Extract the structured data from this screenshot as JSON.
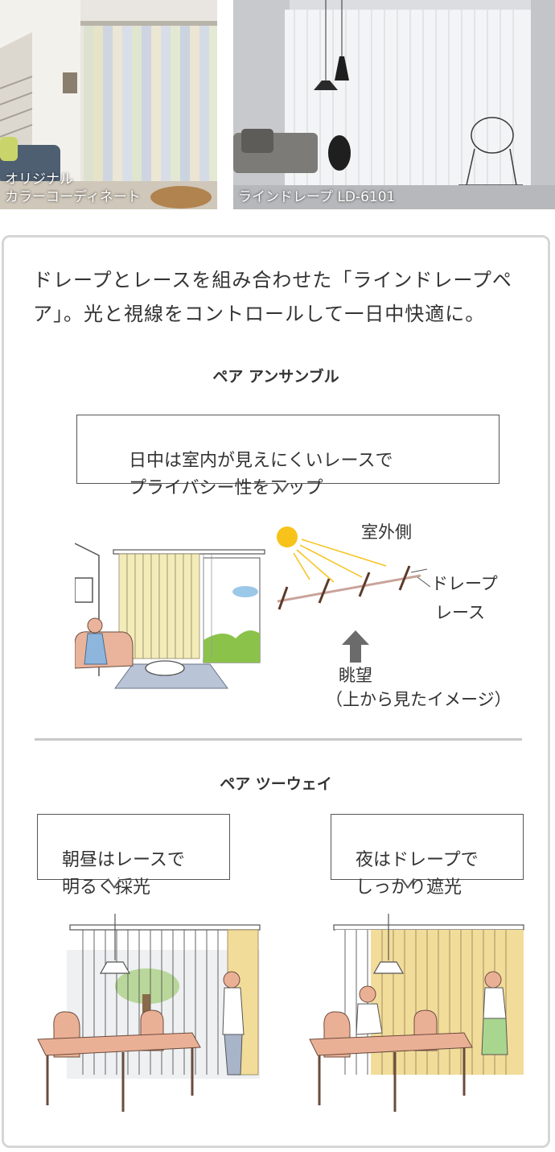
{
  "photos": [
    {
      "caption": "オリジナル\nカラーコーディネート"
    },
    {
      "caption": "ラインドレープ LD-6101"
    }
  ],
  "intro": "ドレープとレースを組み合わせた「ラインドレープペア」。光と視線をコントロールして一日中快適に。",
  "ensemble": {
    "title": "ペア アンサンブル",
    "bubble": "日中は室内が見えにくいレースで\nプライバシー性をアップ",
    "outside_label": "室外側",
    "drape_label": "ドレープ",
    "lace_label": "レース",
    "view_label": "眺望",
    "view_note": "（上から見たイメージ）"
  },
  "twoway": {
    "title": "ペア ツーウェイ",
    "bubble_left": "朝昼はレースで\n明るく採光",
    "bubble_right": "夜はドレープで\nしっかり遮光"
  },
  "colors": {
    "drape_brown": "#5b3a2a",
    "lace_pink": "#c9a39a",
    "sun": "#f7c21a",
    "curtain_yellow": "#f2dc9a",
    "chair": "#eab095",
    "arrow_gray": "#6b6b6b"
  }
}
